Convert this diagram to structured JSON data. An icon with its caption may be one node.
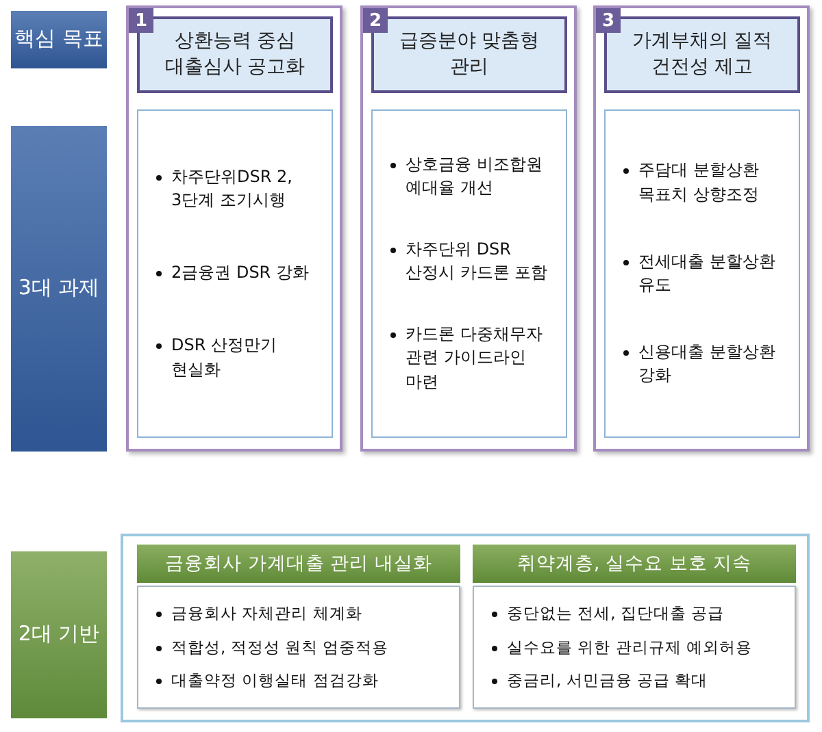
{
  "diagram": {
    "nodes": [
      {
        "text": [
          "핵심 목표"
        ]
      },
      {
        "text": [
          "3대 과제"
        ]
      },
      {
        "text": [
          "2대 기반"
        ]
      },
      {
        "text": [],
        "shape": "box"
      },
      {
        "text": [
          "1"
        ],
        "in": 3
      },
      {
        "text": [
          "상환능력 중심 대출심사 공고화"
        ],
        "in": 3
      },
      {
        "text": [
          "차주단위DSR 2, 3단계 조기시행",
          "2금융권 DSR 강화",
          "DSR 산정만기 현실화"
        ],
        "in": 3
      },
      {
        "text": [],
        "shape": "box"
      },
      {
        "text": [
          "2"
        ],
        "in": 7
      },
      {
        "text": [
          "급증분야 맞춤형 관리"
        ],
        "in": 7
      },
      {
        "text": [
          "상호금융 비조합원 예대율 개선",
          "차주단위 DSR 산정시 카드론 포함",
          "카드론 다중채무자 관련 가이드라인 마련"
        ],
        "in": 7
      },
      {
        "text": [],
        "shape": "box"
      },
      {
        "text": [
          "3"
        ],
        "in": 11
      },
      {
        "text": [
          "가계부채의 질적 건전성 제고"
        ],
        "in": 11
      },
      {
        "text": [
          "주담대 분할상환 목표치 상향조정",
          "전세대출 분할상환 유도",
          "신용대출 분할상환 강화"
        ],
        "in": 11
      },
      {
        "text": [],
        "shape": "box"
      },
      {
        "text": [
          "금융회사 가계대출 관리 내실화"
        ],
        "in": 15
      },
      {
        "text": [
          "금융회사 자체관리 체계화",
          "적합성, 적정성 원칙 엄중적용",
          "대출약정 이행실태 점검강화"
        ],
        "in": 15
      },
      {
        "text": [
          "취약계층, 실수요 보호 지속"
        ],
        "in": 15
      },
      {
        "text": [
          "중단없는 전세, 집단대출 공급",
          "실수요를 위한 관리규제 예외허용",
          "중금리, 서민금융 공급 확대"
        ],
        "in": 15
      }
    ]
  }
}
